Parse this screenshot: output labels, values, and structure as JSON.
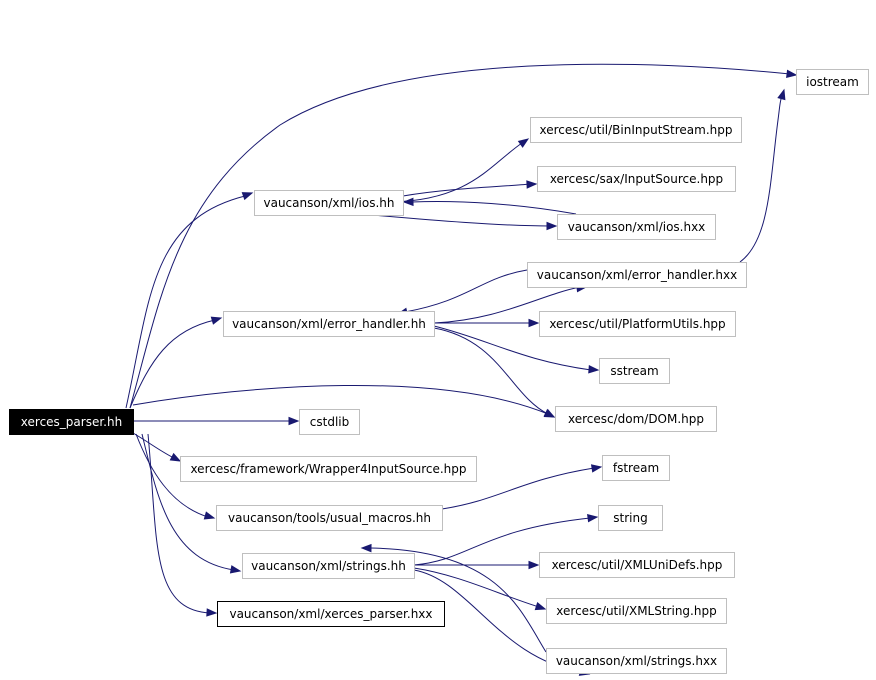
{
  "diagram": {
    "nodes": [
      {
        "id": "xerces_parser_hh",
        "label": "xerces_parser.hh",
        "style": "root"
      },
      {
        "id": "iostream",
        "label": "iostream",
        "style": "normal"
      },
      {
        "id": "bininputstream",
        "label": "xercesc/util/BinInputStream.hpp",
        "style": "normal"
      },
      {
        "id": "inputsource",
        "label": "xercesc/sax/InputSource.hpp",
        "style": "normal"
      },
      {
        "id": "ios_hh",
        "label": "vaucanson/xml/ios.hh",
        "style": "normal"
      },
      {
        "id": "ios_hxx",
        "label": "vaucanson/xml/ios.hxx",
        "style": "normal"
      },
      {
        "id": "error_handler_hxx",
        "label": "vaucanson/xml/error_handler.hxx",
        "style": "normal"
      },
      {
        "id": "error_handler_hh",
        "label": "vaucanson/xml/error_handler.hh",
        "style": "normal"
      },
      {
        "id": "platformutils",
        "label": "xercesc/util/PlatformUtils.hpp",
        "style": "normal"
      },
      {
        "id": "sstream",
        "label": "sstream",
        "style": "normal"
      },
      {
        "id": "dom",
        "label": "xercesc/dom/DOM.hpp",
        "style": "normal"
      },
      {
        "id": "cstdlib",
        "label": "cstdlib",
        "style": "normal"
      },
      {
        "id": "wrapper4",
        "label": "xercesc/framework/Wrapper4InputSource.hpp",
        "style": "normal"
      },
      {
        "id": "fstream",
        "label": "fstream",
        "style": "normal"
      },
      {
        "id": "usual_macros",
        "label": "vaucanson/tools/usual_macros.hh",
        "style": "normal"
      },
      {
        "id": "string",
        "label": "string",
        "style": "normal"
      },
      {
        "id": "strings_hh",
        "label": "vaucanson/xml/strings.hh",
        "style": "normal"
      },
      {
        "id": "xmlunidefs",
        "label": "xercesc/util/XMLUniDefs.hpp",
        "style": "normal"
      },
      {
        "id": "xmlstring",
        "label": "xercesc/util/XMLString.hpp",
        "style": "normal"
      },
      {
        "id": "xerces_parser_hxx",
        "label": "vaucanson/xml/xerces_parser.hxx",
        "style": "strong"
      },
      {
        "id": "strings_hxx",
        "label": "vaucanson/xml/strings.hxx",
        "style": "normal"
      }
    ],
    "edges": [
      {
        "from": "xerces_parser_hh",
        "to": "iostream"
      },
      {
        "from": "xerces_parser_hh",
        "to": "ios_hh"
      },
      {
        "from": "xerces_parser_hh",
        "to": "error_handler_hh"
      },
      {
        "from": "xerces_parser_hh",
        "to": "dom"
      },
      {
        "from": "xerces_parser_hh",
        "to": "cstdlib"
      },
      {
        "from": "xerces_parser_hh",
        "to": "wrapper4"
      },
      {
        "from": "xerces_parser_hh",
        "to": "usual_macros"
      },
      {
        "from": "xerces_parser_hh",
        "to": "strings_hh"
      },
      {
        "from": "xerces_parser_hh",
        "to": "xerces_parser_hxx"
      },
      {
        "from": "ios_hh",
        "to": "bininputstream"
      },
      {
        "from": "ios_hh",
        "to": "inputsource"
      },
      {
        "from": "ios_hh",
        "to": "ios_hxx"
      },
      {
        "from": "ios_hxx",
        "to": "ios_hh"
      },
      {
        "from": "error_handler_hh",
        "to": "error_handler_hxx"
      },
      {
        "from": "error_handler_hh",
        "to": "platformutils"
      },
      {
        "from": "error_handler_hh",
        "to": "sstream"
      },
      {
        "from": "error_handler_hh",
        "to": "dom"
      },
      {
        "from": "error_handler_hxx",
        "to": "error_handler_hh"
      },
      {
        "from": "error_handler_hxx",
        "to": "iostream"
      },
      {
        "from": "usual_macros",
        "to": "fstream"
      },
      {
        "from": "strings_hh",
        "to": "string"
      },
      {
        "from": "strings_hh",
        "to": "xmlunidefs"
      },
      {
        "from": "strings_hh",
        "to": "xmlstring"
      },
      {
        "from": "strings_hh",
        "to": "strings_hxx"
      },
      {
        "from": "strings_hxx",
        "to": "strings_hh"
      }
    ]
  },
  "colors": {
    "edge": "#191970",
    "node_border": "#bfbfbf",
    "root_fill": "#000000",
    "root_text": "#ffffff"
  }
}
